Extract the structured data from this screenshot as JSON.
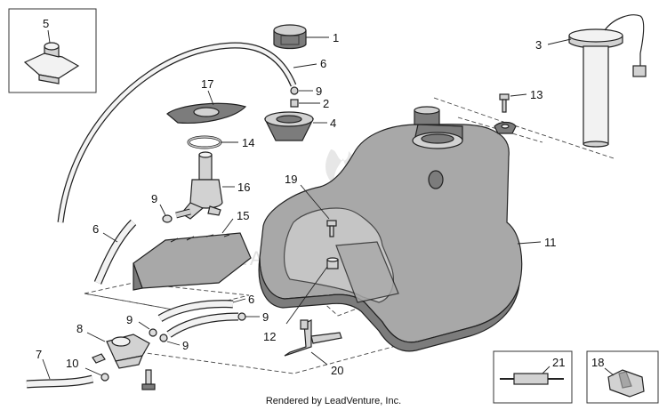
{
  "callouts": {
    "c1": "1",
    "c2": "2",
    "c3": "3",
    "c4": "4",
    "c5": "5",
    "c6a": "6",
    "c6b": "6",
    "c6c": "6",
    "c7": "7",
    "c8": "8",
    "c9a": "9",
    "c9b": "9",
    "c9c": "9",
    "c9d": "9",
    "c9e": "9",
    "c10": "10",
    "c11": "11",
    "c12": "12",
    "c13": "13",
    "c14": "14",
    "c15": "15",
    "c16": "16",
    "c17": "17",
    "c18": "18",
    "c19": "19",
    "c20": "20",
    "c21": "21"
  },
  "watermark": "LEADVENTURE",
  "footer": "Rendered by LeadVenture, Inc."
}
